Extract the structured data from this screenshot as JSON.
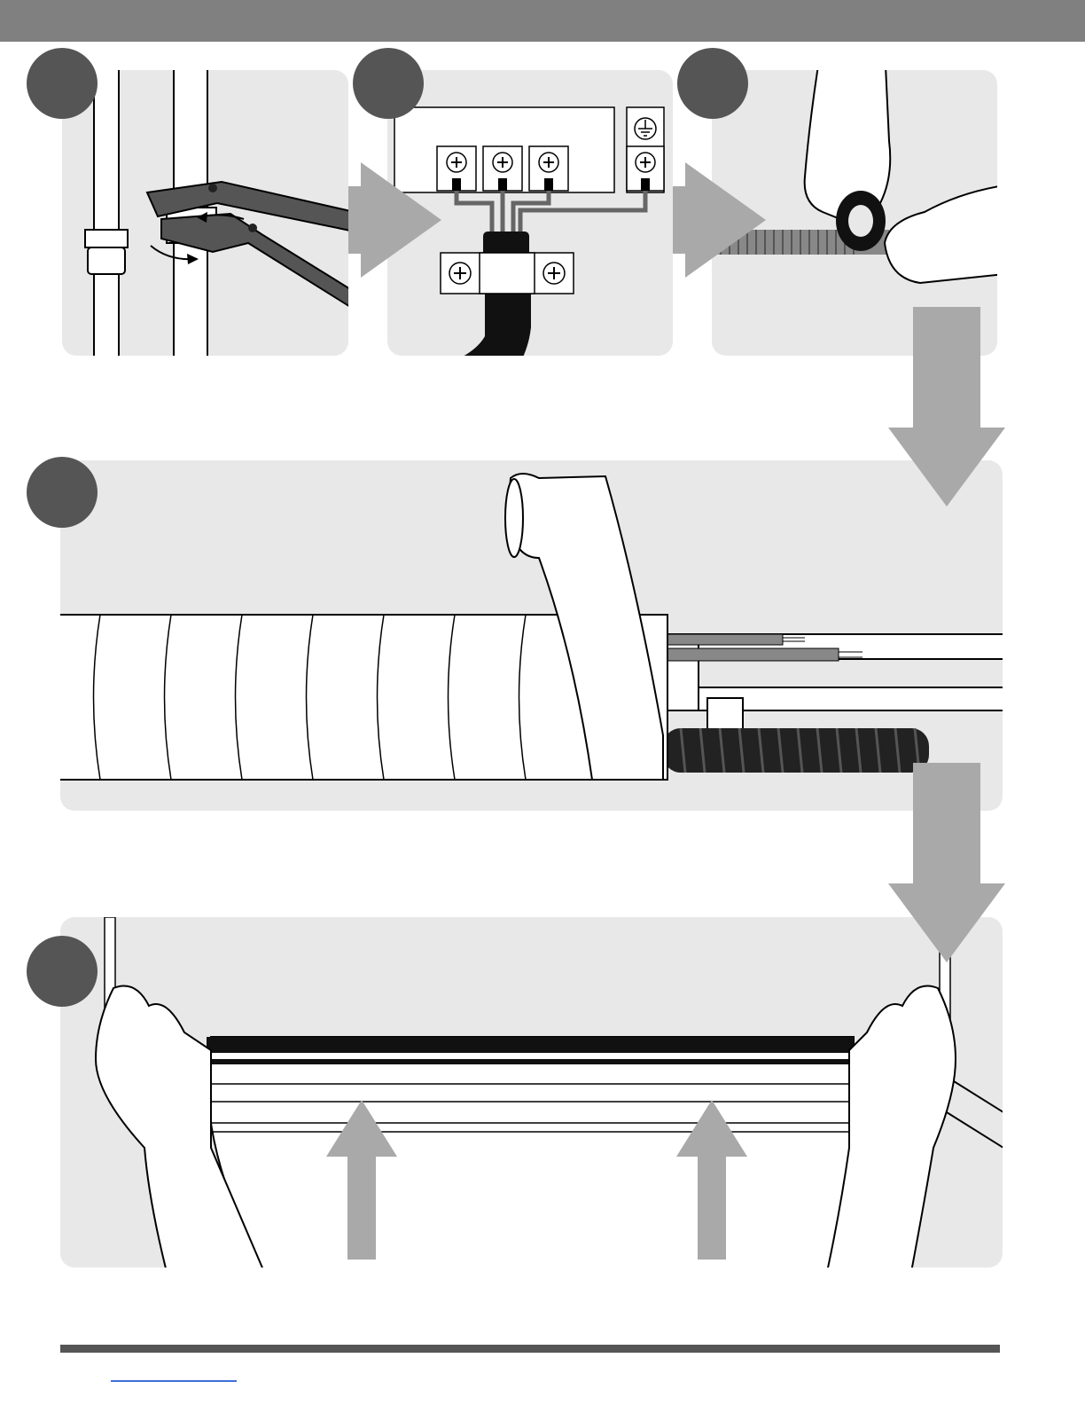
{
  "steps": [
    {
      "id": "step-1",
      "scene": "wrench-tightening-pipe-nut"
    },
    {
      "id": "step-2",
      "scene": "terminal-block-wiring"
    },
    {
      "id": "step-3",
      "scene": "wrapping-tape-around-cable"
    },
    {
      "id": "step-4",
      "scene": "wrapping-tape-around-pipe-bundle"
    },
    {
      "id": "step-5",
      "scene": "pushing-pipe-cover-onto-wall"
    }
  ],
  "colors": {
    "header": "#808080",
    "panel": "#e8e8e8",
    "step_circle": "#555555",
    "flow_arrow": "#a9a9a9",
    "footer_rule": "#555555",
    "footer_link": "#3c6fd8"
  },
  "icons": [
    "wrench-icon",
    "screw-terminal-icon",
    "ground-symbol-icon",
    "tape-roll-icon",
    "hand-icon",
    "arrow-right-icon",
    "arrow-down-icon",
    "arrow-up-icon"
  ]
}
